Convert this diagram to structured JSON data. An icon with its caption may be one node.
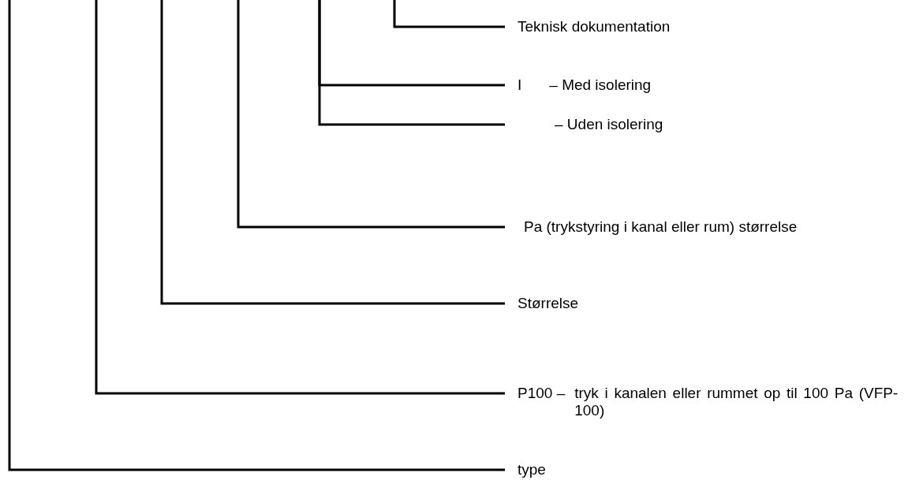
{
  "diagram": {
    "nodes": [
      {
        "text": [
          "Teknisk dokumentation"
        ]
      },
      {
        "text": [
          "I",
          "– Med isolering"
        ]
      },
      {
        "text": [
          "– Uden isolering"
        ]
      },
      {
        "text": [
          "Pa (trykstyring i kanal eller rum) størrelse"
        ]
      },
      {
        "text": [
          "Størrelse"
        ]
      },
      {
        "text": [
          "P100 –",
          "tryk i kanalen eller rummet op til 100 Pa (VFP-100)"
        ]
      },
      {
        "text": [
          "type"
        ]
      }
    ],
    "edges": [
      {
        "from": null,
        "to": 0,
        "arrow": "none"
      },
      {
        "from": null,
        "to": 1,
        "arrow": "none"
      },
      {
        "from": null,
        "to": 2,
        "arrow": "none"
      },
      {
        "from": null,
        "to": 3,
        "arrow": "none"
      },
      {
        "from": null,
        "to": 4,
        "arrow": "none"
      },
      {
        "from": null,
        "to": 5,
        "arrow": "none"
      },
      {
        "from": null,
        "to": 6,
        "arrow": "none"
      }
    ]
  }
}
